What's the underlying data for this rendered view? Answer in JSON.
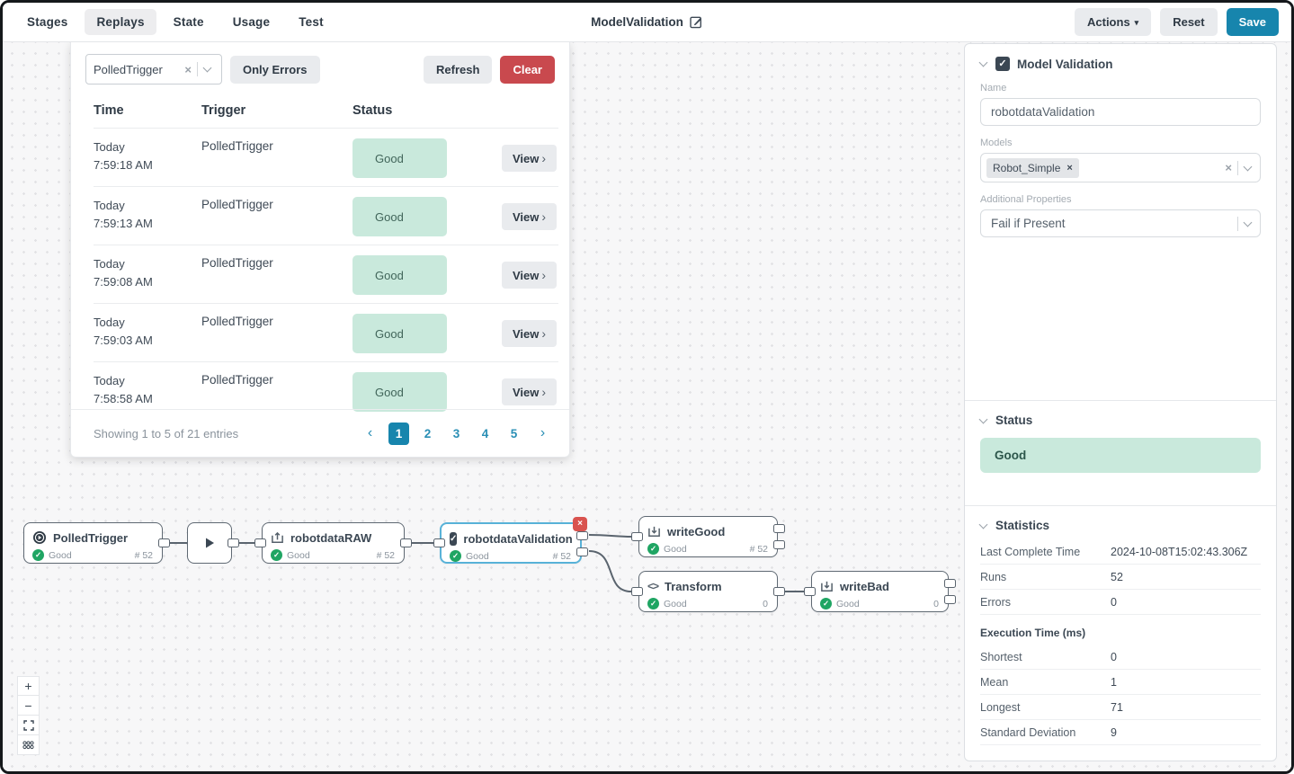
{
  "glyphs": {
    "close": "×",
    "check": "✓",
    "caret_down": "▾",
    "chevron_left": "‹",
    "chevron_right": "›",
    "plus": "+",
    "minus": "−",
    "code": "<>",
    "good_check": "✓"
  },
  "colors": {
    "accent_teal": "#1785ad",
    "danger_red": "#c9494e",
    "good_badge_bg": "#c9e9dc",
    "good_badge_text": "#2c564b",
    "status_green": "#1fa563",
    "selected_node_border": "#58b2d8"
  },
  "topbar": {
    "tabs": [
      {
        "label": "Stages"
      },
      {
        "label": "Replays"
      },
      {
        "label": "State"
      },
      {
        "label": "Usage"
      },
      {
        "label": "Test"
      }
    ],
    "title": "ModelValidation",
    "actions_label": "Actions",
    "reset_label": "Reset",
    "save_label": "Save"
  },
  "replays": {
    "filter_value": "PolledTrigger",
    "only_errors_label": "Only Errors",
    "refresh_label": "Refresh",
    "clear_label": "Clear",
    "columns": {
      "time": "Time",
      "trigger": "Trigger",
      "status": "Status"
    },
    "rows": [
      {
        "date": "Today",
        "time": "7:59:18 AM",
        "trigger": "PolledTrigger",
        "status": "Good",
        "action": "View"
      },
      {
        "date": "Today",
        "time": "7:59:13 AM",
        "trigger": "PolledTrigger",
        "status": "Good",
        "action": "View"
      },
      {
        "date": "Today",
        "time": "7:59:08 AM",
        "trigger": "PolledTrigger",
        "status": "Good",
        "action": "View"
      },
      {
        "date": "Today",
        "time": "7:59:03 AM",
        "trigger": "PolledTrigger",
        "status": "Good",
        "action": "View"
      },
      {
        "date": "Today",
        "time": "7:58:58 AM",
        "trigger": "PolledTrigger",
        "status": "Good",
        "action": "View"
      }
    ],
    "footer_text": "Showing 1 to 5 of 21 entries",
    "pages": [
      "1",
      "2",
      "3",
      "4",
      "5"
    ],
    "active_page": "1"
  },
  "canvas": {
    "nodes": [
      {
        "label": "PolledTrigger",
        "status": "Good",
        "count": "# 52",
        "icon": "play-circle"
      },
      {
        "label": "robotdataRAW",
        "status": "Good",
        "count": "# 52",
        "icon": "read-box"
      },
      {
        "label": "robotdataValidation",
        "status": "Good",
        "count": "# 52",
        "icon": "checkbox"
      },
      {
        "label": "writeGood",
        "status": "Good",
        "count": "# 52",
        "icon": "write-box"
      },
      {
        "label": "Transform",
        "status": "Good",
        "count": "0",
        "icon": "code"
      },
      {
        "label": "writeBad",
        "status": "Good",
        "count": "0",
        "icon": "write-box"
      }
    ]
  },
  "inspector": {
    "title": "Model Validation",
    "name_label": "Name",
    "name_value": "robotdataValidation",
    "models_label": "Models",
    "models_chip": "Robot_Simple",
    "additional_label": "Additional Properties",
    "additional_value": "Fail if Present",
    "status_title": "Status",
    "status_value": "Good",
    "stats_title": "Statistics",
    "stats": [
      {
        "label": "Last Complete Time",
        "value": "2024-10-08T15:02:43.306Z"
      },
      {
        "label": "Runs",
        "value": "52"
      },
      {
        "label": "Errors",
        "value": "0"
      }
    ],
    "exec_header": "Execution Time (ms)",
    "exec_stats": [
      {
        "label": "Shortest",
        "value": "0"
      },
      {
        "label": "Mean",
        "value": "1"
      },
      {
        "label": "Longest",
        "value": "71"
      },
      {
        "label": "Standard Deviation",
        "value": "9"
      }
    ]
  }
}
